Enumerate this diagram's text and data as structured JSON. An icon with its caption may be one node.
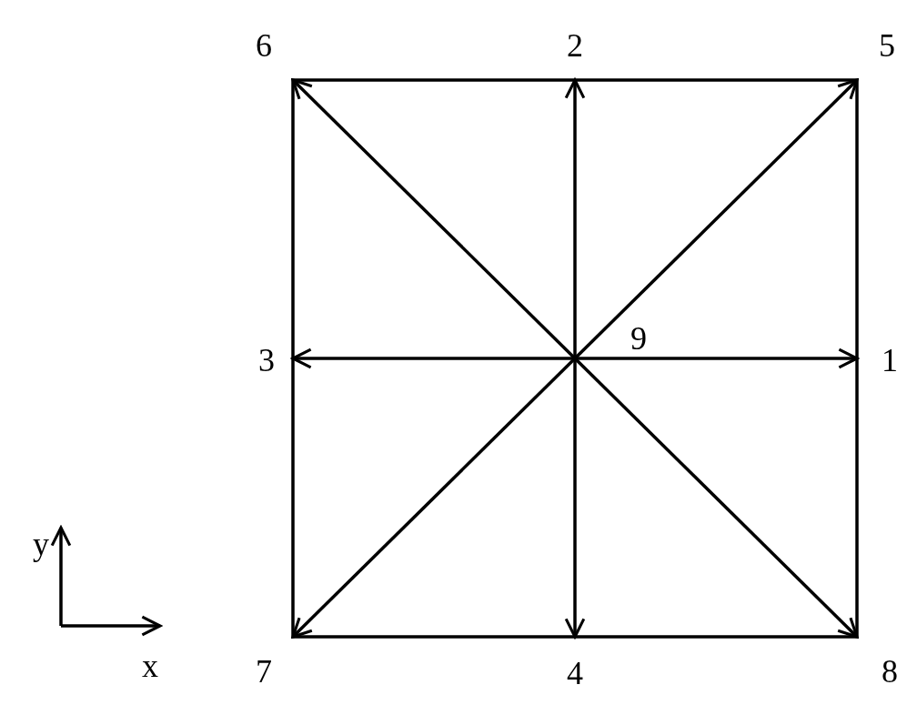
{
  "diagram": {
    "nodes": [
      {
        "text": [
          "6"
        ]
      },
      {
        "text": [
          "2"
        ]
      },
      {
        "text": [
          "5"
        ]
      },
      {
        "text": [
          "9"
        ]
      },
      {
        "text": [
          "3"
        ]
      },
      {
        "text": [
          "1"
        ]
      },
      {
        "text": [
          "7"
        ]
      },
      {
        "text": [
          "4"
        ]
      },
      {
        "text": [
          "8"
        ]
      }
    ],
    "edges": [
      {
        "from": 3,
        "to": 5,
        "arrow": "to"
      },
      {
        "from": 3,
        "to": 1,
        "arrow": "to"
      },
      {
        "from": 3,
        "to": 4,
        "arrow": "to"
      },
      {
        "from": 3,
        "to": 7,
        "arrow": "to"
      },
      {
        "from": 3,
        "to": 2,
        "arrow": "to"
      },
      {
        "from": 3,
        "to": 0,
        "arrow": "to"
      },
      {
        "from": 3,
        "to": 6,
        "arrow": "to"
      },
      {
        "from": 3,
        "to": 8,
        "arrow": "to"
      }
    ],
    "labels": [
      "y",
      "x"
    ]
  }
}
